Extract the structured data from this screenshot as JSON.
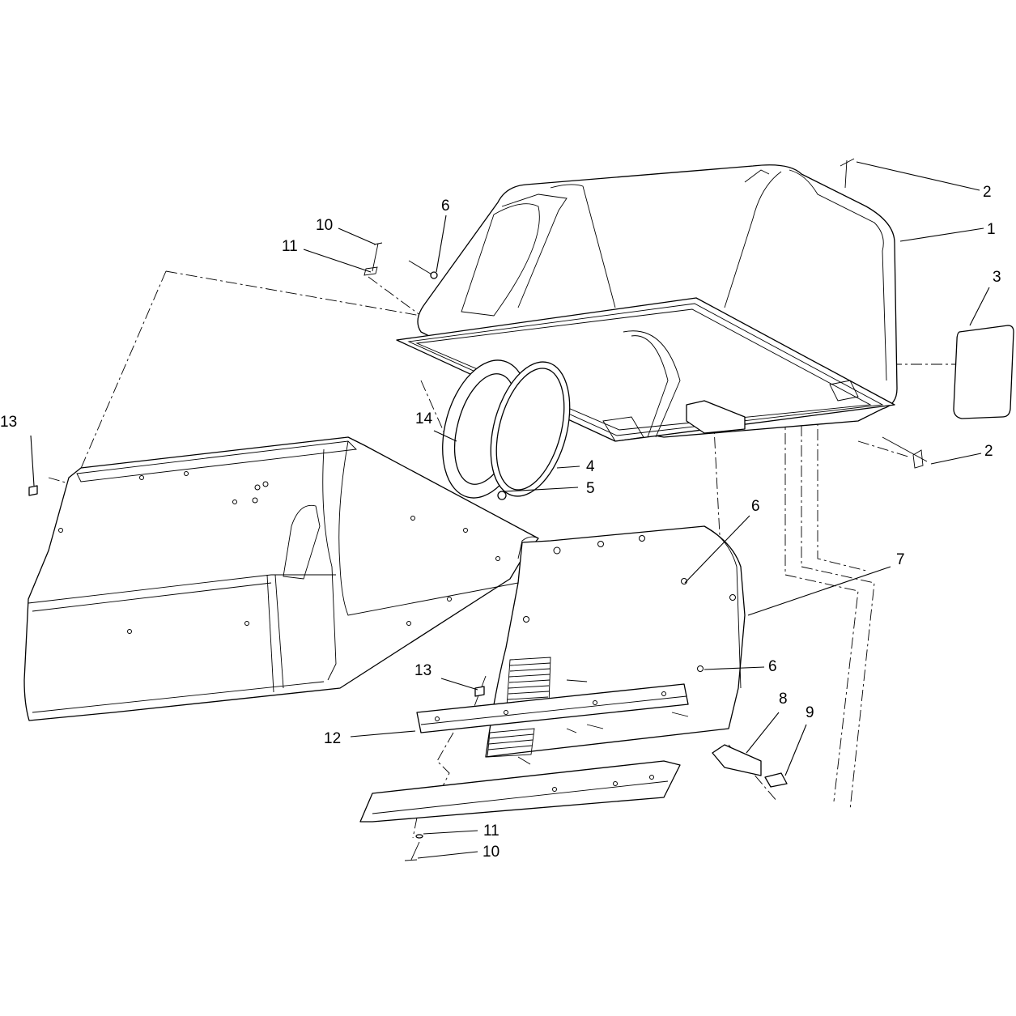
{
  "callouts": {
    "c1": "1",
    "c2a": "2",
    "c2b": "2",
    "c3": "3",
    "c4": "4",
    "c5": "5",
    "c6a": "6",
    "c6b": "6",
    "c6c": "6",
    "c7": "7",
    "c8": "8",
    "c9": "9",
    "c10a": "10",
    "c10b": "10",
    "c11a": "11",
    "c11b": "11",
    "c12": "12",
    "c13a": "13",
    "c13b": "13",
    "c14": "14"
  }
}
